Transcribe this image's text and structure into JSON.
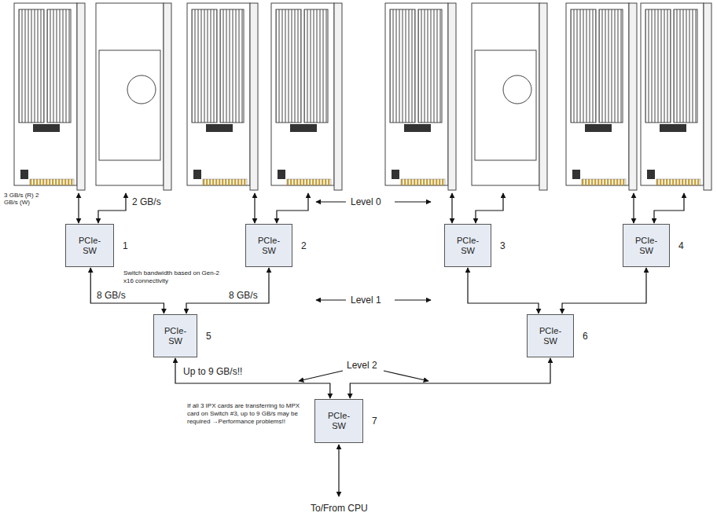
{
  "diagram": {
    "nodes": [
      {
        "text": [
          "PCIe- SW",
          "1"
        ]
      },
      {
        "text": [
          "PCIe- SW",
          "2"
        ]
      },
      {
        "text": [
          "PCIe- SW",
          "3"
        ]
      },
      {
        "text": [
          "PCIe- SW",
          "4"
        ]
      },
      {
        "text": [
          "PCIe- SW",
          "5"
        ]
      },
      {
        "text": [
          "PCIe- SW",
          "6"
        ]
      },
      {
        "text": [
          "PCIe- SW",
          "7"
        ]
      }
    ],
    "edges": [
      {
        "from": 0,
        "to": 4,
        "arrow": "both",
        "label": "8 GB/s"
      },
      {
        "from": 1,
        "to": 4,
        "arrow": "both",
        "label": "8 GB/s"
      },
      {
        "from": 2,
        "to": 5,
        "arrow": "both"
      },
      {
        "from": 3,
        "to": 5,
        "arrow": "both"
      },
      {
        "from": 4,
        "to": 6,
        "arrow": "both",
        "label": "Up to 9 GB/s!!"
      },
      {
        "from": 5,
        "to": 6,
        "arrow": "both"
      }
    ],
    "labels": [
      "3 GB/s (R) 2 GB/s (W)",
      "2 GB/s",
      "Level 0",
      "Switch bandwidth based on Gen-2 x16 connectivity",
      "Level 1",
      "Level 2",
      "If all 3 IPX cards are transferring to MPX card on Switch #3, up to 9 GB/s may be required →Performance problems!!",
      "To/From CPU"
    ]
  }
}
